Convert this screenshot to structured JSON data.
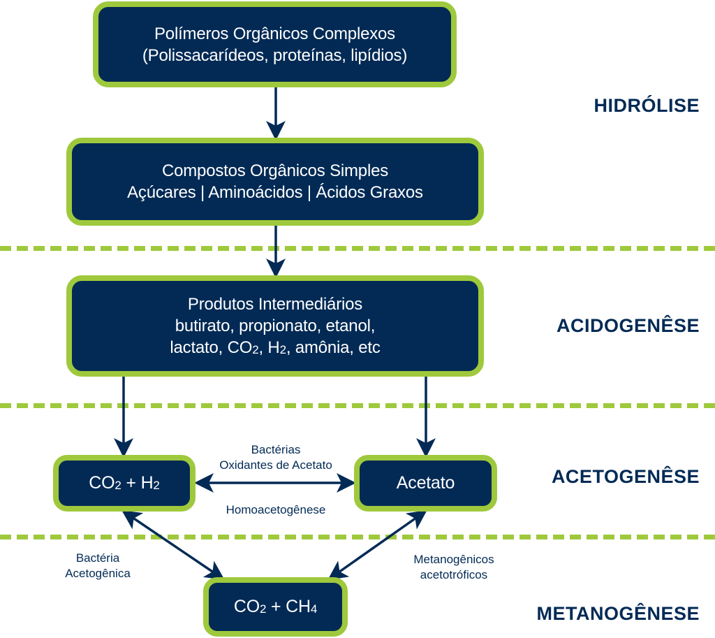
{
  "colors": {
    "box_fill": "#022a55",
    "box_border": "#9fc93c",
    "arrow": "#022a55",
    "divider": "#9fc93c",
    "stage_label": "#022a55"
  },
  "boxes": {
    "polimeros": {
      "line1": "Polímeros Orgânicos Complexos",
      "line2": "(Polissacarídeos, proteínas, lipídios)"
    },
    "compostos": {
      "line1": "Compostos Orgânicos Simples",
      "line2": "Açúcares | Aminoácidos | Ácidos Graxos"
    },
    "intermediarios": {
      "line1": "Produtos Intermediários",
      "line2": "butirato, propionato, etanol,",
      "line3_a": "lactato, CO",
      "line3_sub1": "2",
      "line3_b": ", H",
      "line3_sub2": "2",
      "line3_c": ", amônia, etc"
    },
    "co2_h2": {
      "a": "CO",
      "sub1": "2",
      "b": " + H",
      "sub2": "2"
    },
    "acetato": {
      "label": "Acetato"
    },
    "co2_ch4": {
      "a": "CO",
      "sub1": "2",
      "b": " + CH",
      "sub2": "4"
    }
  },
  "stages": [
    "HIDRÓLISE",
    "ACIDOGENÊSE",
    "ACETOGENÊSE",
    "METANOGÊNESE"
  ],
  "notes": {
    "oxidantes_line1": "Bactérias",
    "oxidantes_line2": "Oxidantes de Acetato",
    "homoacetogenese": "Homoacetogênese",
    "acetogenica_line1": "Bactéria",
    "acetogenica_line2": "Acetogênica",
    "metanogenicos_line1": "Metanogênicos",
    "metanogenicos_line2": "acetotróficos"
  }
}
